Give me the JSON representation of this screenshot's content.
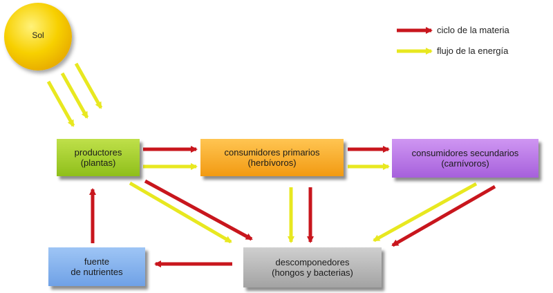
{
  "sun": {
    "label": "Sol"
  },
  "nodes": {
    "productores": {
      "line1": "productores",
      "line2": "(plantas)"
    },
    "consumidores_primarios": {
      "line1": "consumidores primarios",
      "line2": "(herbívoros)"
    },
    "consumidores_secundarios": {
      "line1": "consumidores secundarios",
      "line2": "(carnívoros)"
    },
    "fuente": {
      "line1": "fuente",
      "line2": "de nutrientes"
    },
    "descomponedores": {
      "line1": "descomponedores",
      "line2": "(hongos y bacterias)"
    }
  },
  "legend": {
    "materia": "ciclo de la materia",
    "energia": "flujo de la energía"
  },
  "colors": {
    "materia_arrow": "#c8161d",
    "energia_arrow": "#ecec2a",
    "sol": "#f7d000",
    "productores": "#a6cf2a",
    "consumidores_primarios": "#f5a623",
    "consumidores_secundarios": "#b57ae6",
    "fuente": "#7fb0ec",
    "descomponedores": "#b5b5b5"
  }
}
